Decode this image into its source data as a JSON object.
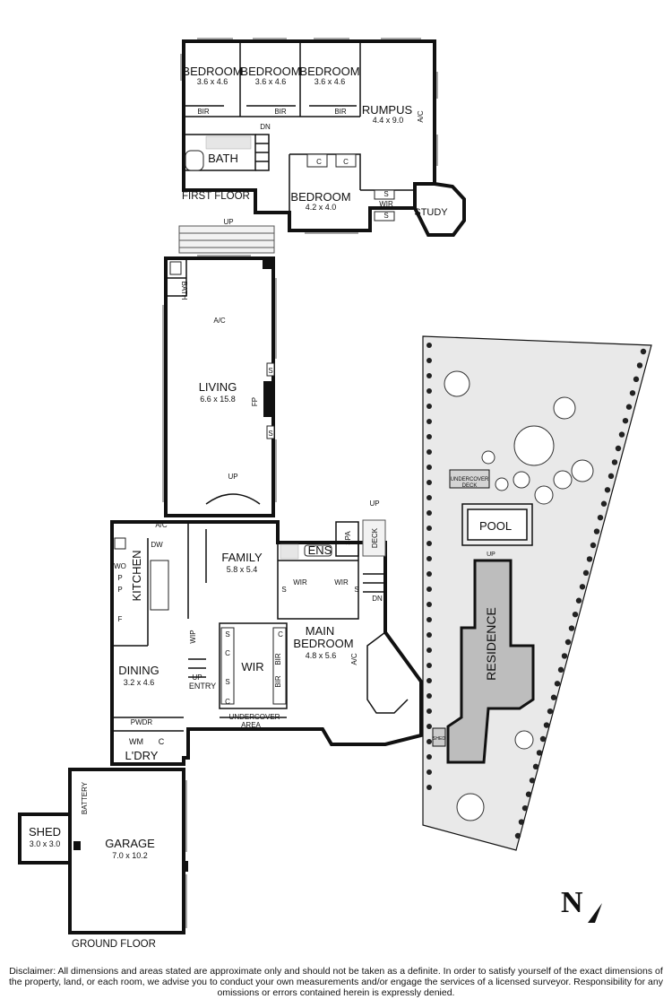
{
  "first_floor": {
    "label": "FIRST FLOOR",
    "rooms": {
      "bedroom1": {
        "name": "BEDROOM",
        "dim": "3.6 x 4.6"
      },
      "bedroom2": {
        "name": "BEDROOM",
        "dim": "3.6 x 4.6"
      },
      "bedroom3": {
        "name": "BEDROOM",
        "dim": "3.6 x 4.6"
      },
      "rumpus": {
        "name": "RUMPUS",
        "dim": "4.4 x 9.0"
      },
      "bath": {
        "name": "BATH"
      },
      "bedroom4": {
        "name": "BEDROOM",
        "dim": "4.2 x 4.0"
      },
      "study": {
        "name": "STUDY"
      }
    },
    "labels": {
      "bir": "BIR",
      "dn": "DN",
      "ac": "A/C",
      "c": "C",
      "s": "S",
      "wir": "WIR"
    }
  },
  "ground_floor": {
    "label": "GROUND FLOOR",
    "rooms": {
      "living": {
        "name": "LIVING",
        "dim": "6.6 x 15.8"
      },
      "bath": {
        "name": "BATH"
      },
      "family": {
        "name": "FAMILY",
        "dim": "5.8 x 5.4"
      },
      "kitchen": {
        "name": "KITCHEN"
      },
      "dining": {
        "name": "DINING",
        "dim": "3.2 x 4.6"
      },
      "ens": {
        "name": "ENS"
      },
      "spa": {
        "name": "SPA"
      },
      "deck": {
        "name": "DECK"
      },
      "main_bedroom": {
        "name": "MAIN\nBEDROOM",
        "name_line1": "MAIN",
        "name_line2": "BEDROOM",
        "dim": "4.8 x 5.6"
      },
      "wir": {
        "name": "WIR"
      },
      "entry": {
        "name": "ENTRY"
      },
      "pwdr": {
        "name": "PWDR"
      },
      "ldry": {
        "name": "L'DRY"
      },
      "garage": {
        "name": "GARAGE",
        "dim": "7.0 x 10.2"
      },
      "shed": {
        "name": "SHED",
        "dim": "3.0 x 3.0"
      }
    },
    "labels": {
      "up": "UP",
      "dn": "DN",
      "ac": "A/C",
      "fp": "FP",
      "dw": "DW",
      "wo": "WO",
      "p": "P",
      "f": "F",
      "wip": "WIP",
      "wm": "WM",
      "c": "C",
      "s": "S",
      "bir": "BIR",
      "wir": "WIR",
      "battery": "BATTERY",
      "undercover_area": "UNDERCOVER\nAREA",
      "undercover_line1": "UNDERCOVER",
      "undercover_line2": "AREA"
    }
  },
  "site_plan": {
    "pool": "POOL",
    "residence": "RESIDENCE",
    "undercover_deck_line1": "UNDERCOVER",
    "undercover_deck_line2": "DECK",
    "shed": "SHED",
    "up": "UP"
  },
  "north": {
    "letter": "N"
  },
  "disclaimer": "Disclaimer: All dimensions and areas stated are approximate only and should not be taken as a definite. In order to satisfy yourself of the exact dimensions of the property, land, or each room, we advise you to conduct your own measurements and/or engage the services of a licensed surveyor. Responsibility for any omissions or errors contained herein is expressly denied."
}
